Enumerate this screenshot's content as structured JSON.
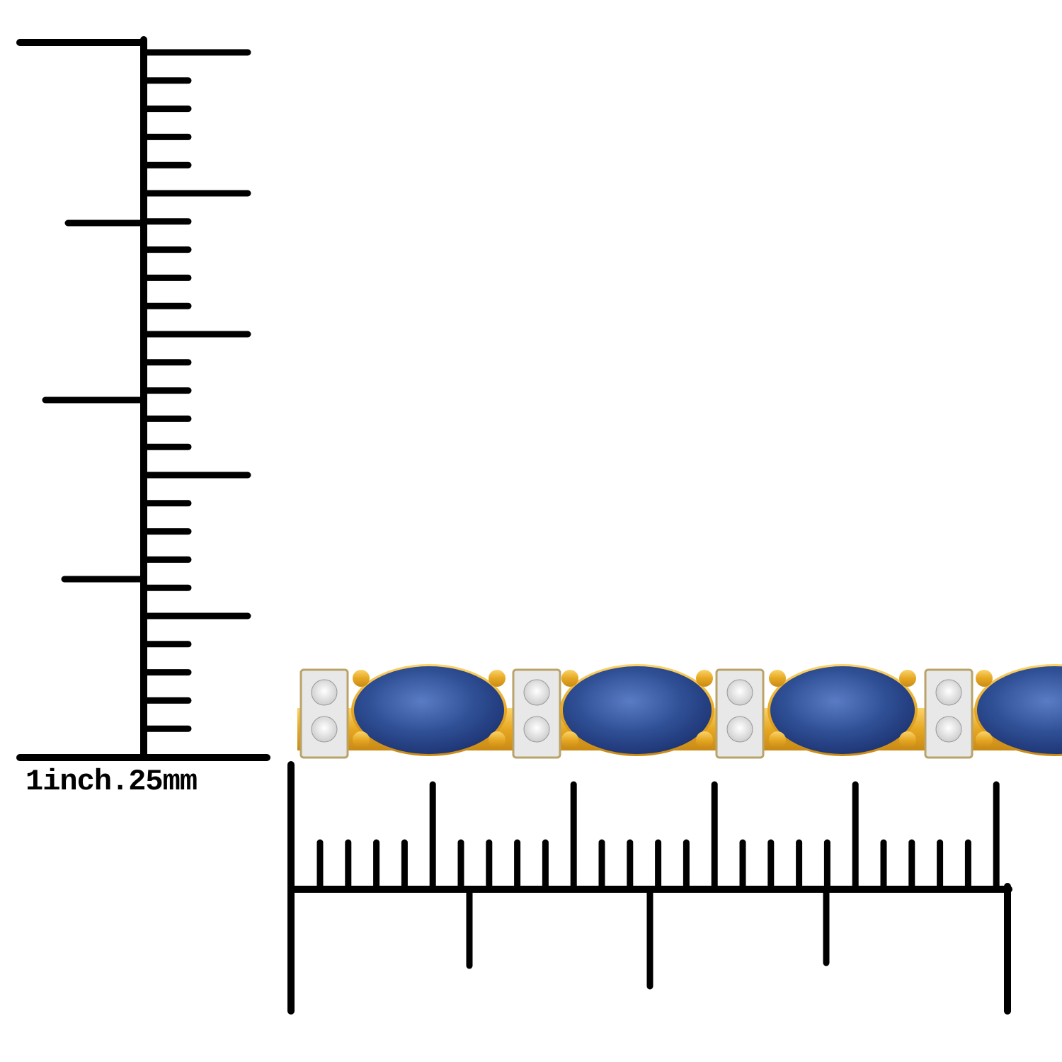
{
  "scale_label": "1inch.25mm",
  "colors": {
    "ruler": "#000000",
    "gold": "#e6a823",
    "sapphire": "#2c4d93",
    "diamond": "#eeeeee"
  },
  "product": {
    "sapphire_count_visible": 4,
    "diamond_links_visible": 4
  }
}
